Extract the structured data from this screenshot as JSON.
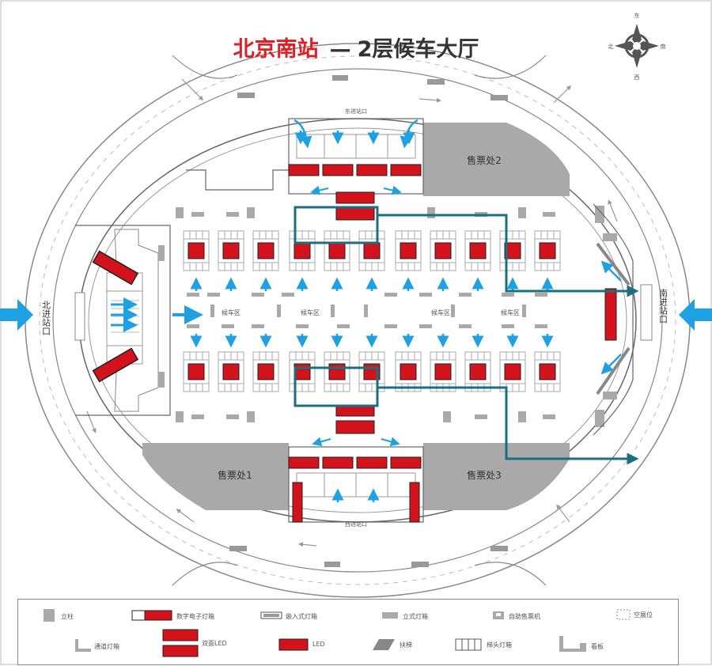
{
  "title": {
    "station": "北京南站",
    "separator": "—",
    "floor": "2层候车大厅"
  },
  "compass": {
    "north": "东",
    "south": "西",
    "west": "北",
    "east": "南"
  },
  "entrances": {
    "north_entrance": "北进站口",
    "south_entrance": "南进站口",
    "east_entrance": "东进站口",
    "west_entrance": "西进站口"
  },
  "ticket_offices": {
    "office1": "售票处1",
    "office2": "售票处2",
    "office3": "售票处3"
  },
  "waiting_areas": {
    "labels": [
      "候车区",
      "候车区",
      "候车区",
      "候车区"
    ]
  },
  "legend": {
    "items": [
      {
        "icon": "pillar-icon",
        "label": "立柱"
      },
      {
        "icon": "double-screen-icon",
        "label": "数字电子灯箱"
      },
      {
        "icon": "embedded-lightbox-icon",
        "label": "嵌入式灯箱"
      },
      {
        "icon": "standing-lightbox-icon",
        "label": "立式灯箱"
      },
      {
        "icon": "ticket-machine-icon",
        "label": "自助售票机"
      },
      {
        "icon": "vacant-position-icon",
        "label": "空展位"
      },
      {
        "icon": "corner-lightbox-icon",
        "label": "通道灯箱"
      },
      {
        "icon": "double-led-icon",
        "label": "双面LED"
      },
      {
        "icon": "led-icon",
        "label": "LED"
      },
      {
        "icon": "escalator-icon",
        "label": "扶梯"
      },
      {
        "icon": "pillar-lightbox-icon",
        "label": "梯头灯箱"
      },
      {
        "icon": "billboard-icon",
        "label": "看板"
      }
    ]
  },
  "colors": {
    "red": "#d3121b",
    "route": "#1a6f80",
    "arrow": "#1fa0e0",
    "gray": "#a9a9a9",
    "title_red": "#e01e25"
  }
}
